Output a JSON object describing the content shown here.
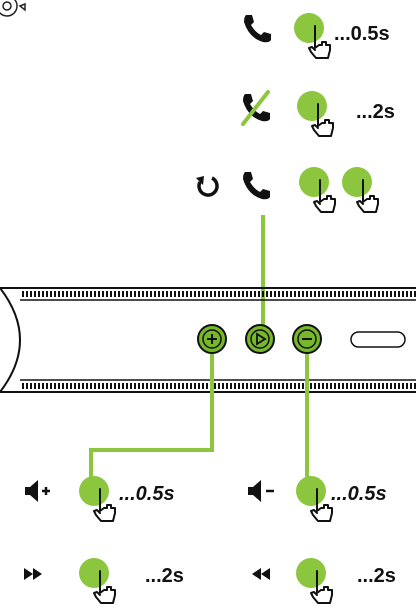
{
  "colors": {
    "green": "#8cc63f",
    "button_green": "#76b82a",
    "ink": "#111111"
  },
  "top_actions": [
    {
      "icon": "phone-answer-icon",
      "text": "...0.5s"
    },
    {
      "icon": "phone-reject-icon",
      "text": "...2s"
    },
    {
      "icon": "phone-redial-icon",
      "text": ""
    }
  ],
  "speaker_buttons": [
    {
      "icon": "plus-icon"
    },
    {
      "icon": "play-pause-icon"
    },
    {
      "icon": "minus-icon"
    }
  ],
  "bottom_actions": [
    {
      "icon": "volume-up-icon",
      "text": "...0.5s"
    },
    {
      "icon": "volume-down-icon",
      "text": "...0.5s"
    },
    {
      "icon": "next-track-icon",
      "text": "...2s"
    },
    {
      "icon": "previous-track-icon",
      "text": "...2s"
    }
  ]
}
